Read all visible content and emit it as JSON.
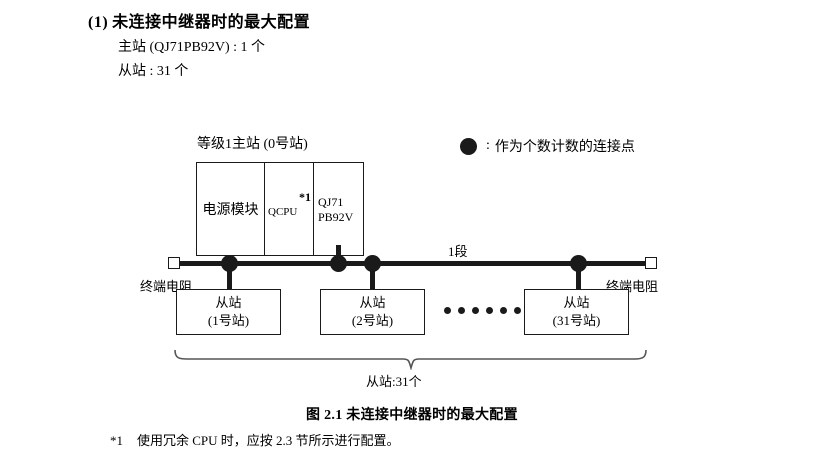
{
  "heading": {
    "number": "(1)",
    "title": "未连接中继器时的最大配置"
  },
  "specs": {
    "master": "主站 (QJ71PB92V) : 1 个",
    "slave": "从站 : 31 个"
  },
  "legend": {
    "dot_icon": "filled-circle-icon",
    "colon": ":",
    "text": "作为个数计数的连接点"
  },
  "diagram": {
    "master_title": "等级1主站 (0号站)",
    "rack": {
      "power_label": "电源模块",
      "cpu_label": "QCPU",
      "footnote_marker": "*1",
      "pb_label_line1": "QJ71",
      "pb_label_line2": "PB92V"
    },
    "segment_label": "1段",
    "terminator_left_label": "终端电阻",
    "terminator_right_label": "终端电阻",
    "slaves": [
      {
        "name": "从站",
        "station": "(1号站)"
      },
      {
        "name": "从站",
        "station": "(2号站)"
      },
      {
        "name": "从站",
        "station": "(31号站)"
      }
    ],
    "ellipsis_count": 6,
    "brace_caption": "从站:31个"
  },
  "figure": {
    "caption": "图 2.1  未连接中继器时的最大配置"
  },
  "footnote": {
    "marker": "*1",
    "text": "使用冗余 CPU 时，应按 2.3 节所示进行配置。"
  },
  "colors": {
    "ink": "#1a1a1a",
    "background": "#ffffff"
  }
}
